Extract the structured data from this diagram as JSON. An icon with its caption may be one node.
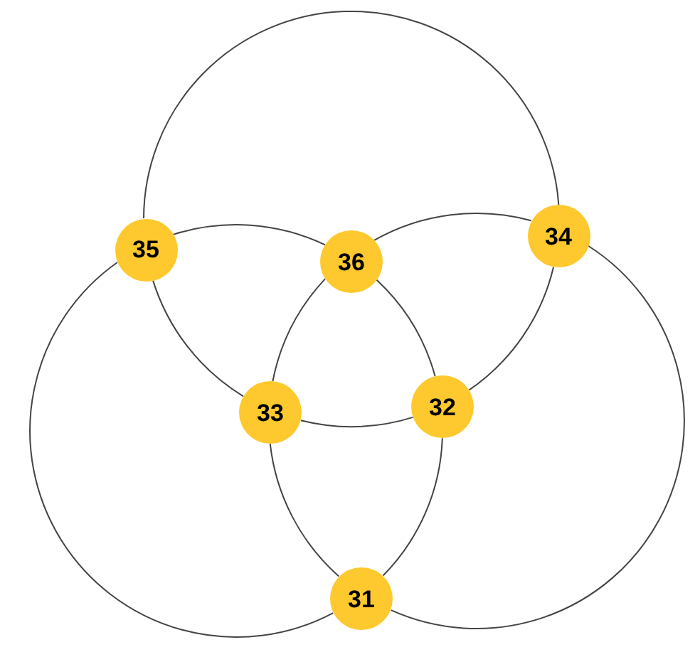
{
  "diagram": {
    "nodes": [
      {
        "text": [
          "35"
        ]
      },
      {
        "text": [
          "36"
        ]
      },
      {
        "text": [
          "34"
        ]
      },
      {
        "text": [
          "33"
        ]
      },
      {
        "text": [
          "32"
        ]
      },
      {
        "text": [
          "31"
        ]
      }
    ],
    "edges": [
      {
        "from": 0,
        "to": 2,
        "arrow": "none"
      },
      {
        "from": 2,
        "to": 4,
        "arrow": "none"
      },
      {
        "from": 4,
        "to": 3,
        "arrow": "none"
      },
      {
        "from": 3,
        "to": 0,
        "arrow": "none"
      },
      {
        "from": 0,
        "to": 1,
        "arrow": "none"
      },
      {
        "from": 1,
        "to": 4,
        "arrow": "none"
      },
      {
        "from": 4,
        "to": 5,
        "arrow": "none"
      },
      {
        "from": 5,
        "to": 0,
        "arrow": "none"
      },
      {
        "from": 1,
        "to": 2,
        "arrow": "none"
      },
      {
        "from": 2,
        "to": 5,
        "arrow": "none"
      },
      {
        "from": 5,
        "to": 3,
        "arrow": "none"
      },
      {
        "from": 3,
        "to": 1,
        "arrow": "none"
      }
    ]
  }
}
